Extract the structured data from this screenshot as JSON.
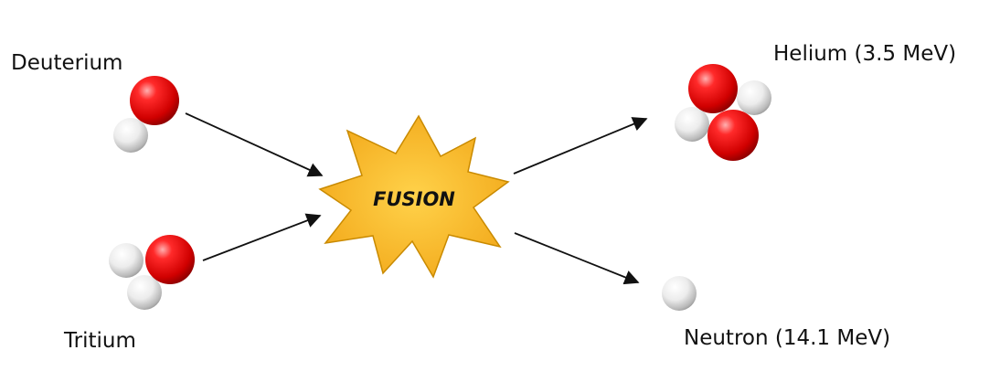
{
  "labels": {
    "deuterium": "Deuterium",
    "tritium": "Tritium",
    "helium": "Helium (3.5 MeV)",
    "neutron": "Neutron (14.1 MeV)",
    "fusion": "FUSION"
  },
  "colors": {
    "proton": "#e00000",
    "neutron": "#d8d8d8",
    "burst_fill": "#f7b92a",
    "burst_stroke": "#c98a00",
    "arrow": "#111111"
  }
}
